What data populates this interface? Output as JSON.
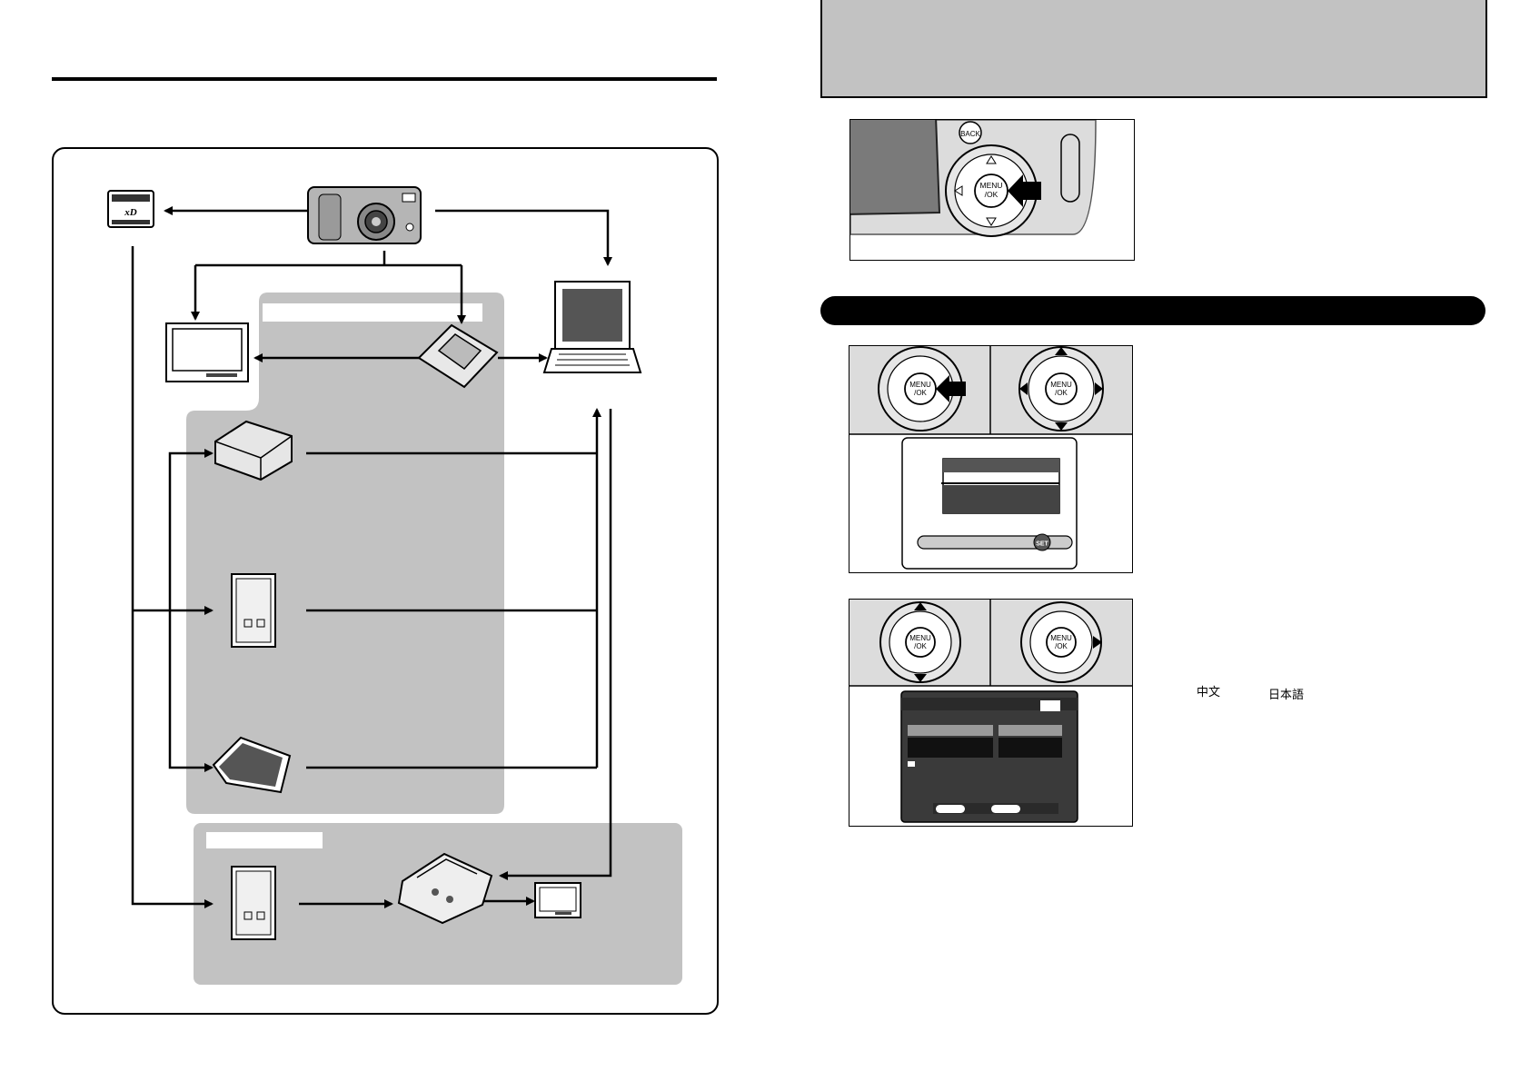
{
  "camera_controls": {
    "back_label": "BACK",
    "menu_label_line1": "MENU",
    "menu_label_line2": "/OK",
    "set_label": "SET"
  },
  "language_options": {
    "chinese": "中文",
    "japanese": "日本語"
  },
  "icons": {
    "diagram": [
      "xd-card-icon",
      "camera-icon",
      "laptop-icon",
      "tv-icon",
      "cradle-icon",
      "card-reader-icon",
      "pc-card-adapter-icon",
      "cf-adapter-icon",
      "printer-icon"
    ],
    "controls": [
      "four-way-pad-icon",
      "menu-ok-button-icon",
      "back-button-icon",
      "press-arrow-icon"
    ]
  },
  "colors": {
    "panel_gray": "#c2c2c2",
    "band_black": "#000000",
    "camera_body": "#a8a8a8",
    "screen_dark": "#4a4a4a"
  }
}
